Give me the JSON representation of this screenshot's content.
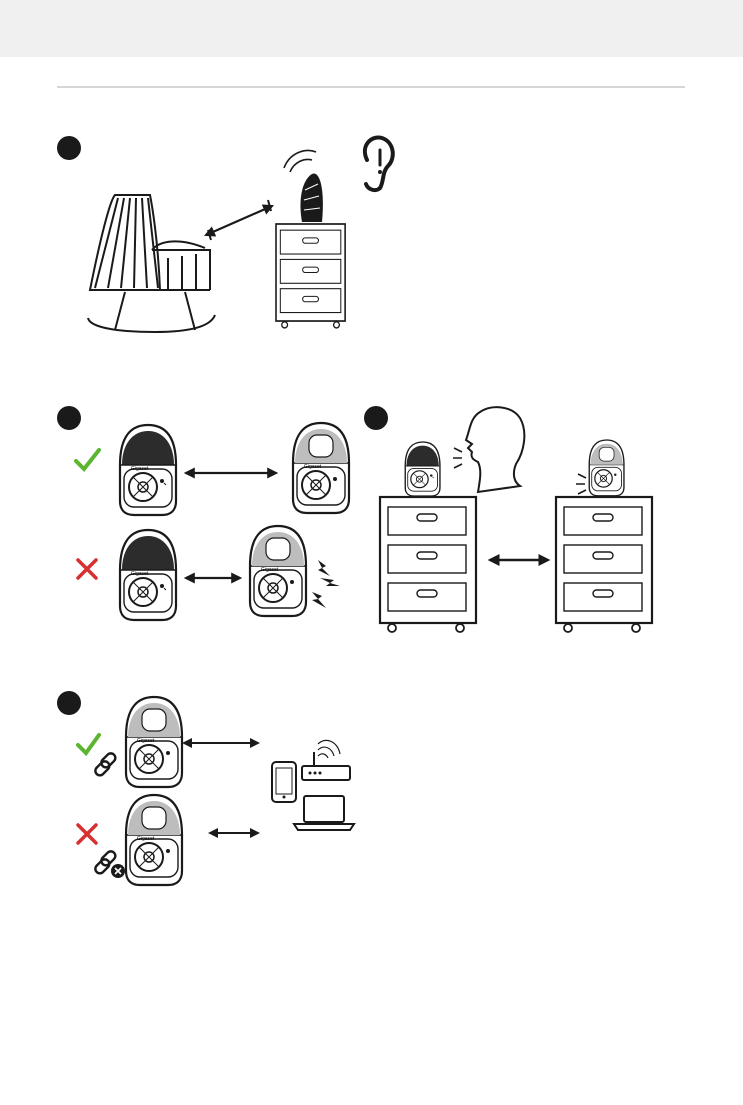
{
  "brand_label": "Gigaset",
  "colors": {
    "ok": "#5bb531",
    "error": "#d63031",
    "ink": "#1a1a1a",
    "top_band": "#f0f0f0",
    "rule": "#d6d6d6"
  },
  "sections": [
    {
      "id": "placement",
      "icons": [
        "cradle-icon",
        "baby-unit-icon",
        "ear-icon",
        "dresser-icon"
      ]
    },
    {
      "id": "range",
      "icons": [
        "check-icon",
        "cross-icon",
        "signal-loss-icon"
      ]
    },
    {
      "id": "voice",
      "icons": [
        "person-speaking-icon",
        "dresser-icon"
      ]
    },
    {
      "id": "pairing",
      "icons": [
        "link-icon",
        "link-broken-icon",
        "phone-icon",
        "router-icon",
        "laptop-icon"
      ]
    }
  ]
}
